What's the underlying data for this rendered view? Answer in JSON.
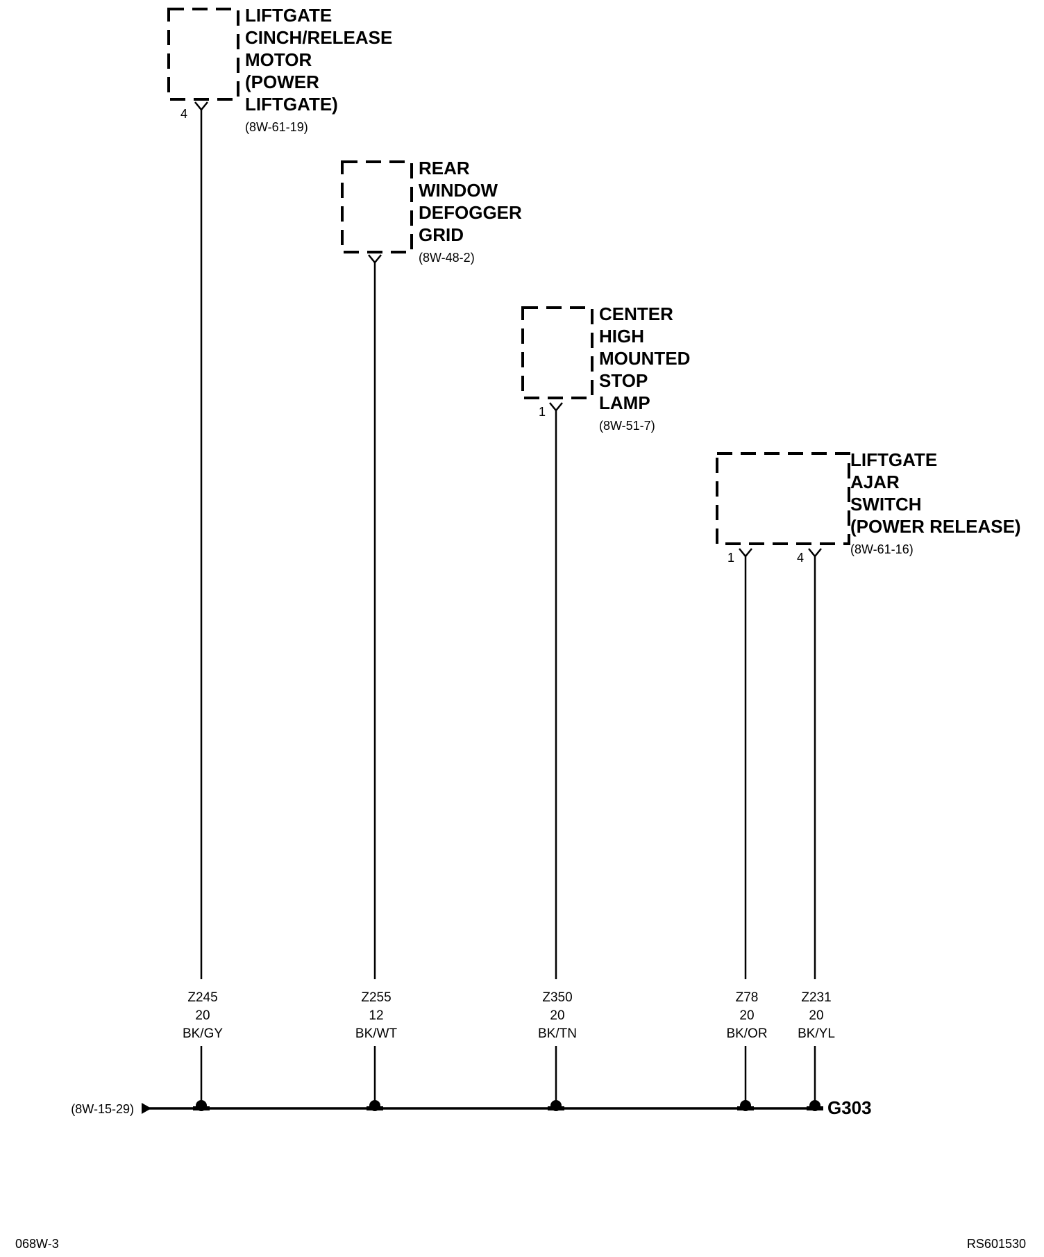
{
  "components": [
    {
      "id": "cinch",
      "lines": [
        "LIFTGATE",
        "CINCH/RELEASE",
        "MOTOR",
        "(POWER",
        "LIFTGATE)"
      ],
      "ref": "(8W-61-19)",
      "pins": [
        "4"
      ]
    },
    {
      "id": "defogger",
      "lines": [
        "REAR",
        "WINDOW",
        "DEFOGGER",
        "GRID"
      ],
      "ref": "(8W-48-2)",
      "pins": [
        ""
      ]
    },
    {
      "id": "chmsl",
      "lines": [
        "CENTER",
        "HIGH",
        "MOUNTED",
        "STOP",
        "LAMP"
      ],
      "ref": "(8W-51-7)",
      "pins": [
        "1"
      ]
    },
    {
      "id": "ajar",
      "lines": [
        "LIFTGATE",
        "AJAR",
        "SWITCH",
        "(POWER RELEASE)"
      ],
      "ref": "(8W-61-16)",
      "pins": [
        "1",
        "4"
      ]
    }
  ],
  "wires": [
    {
      "circuit": "Z245",
      "gauge": "20",
      "color": "BK/GY"
    },
    {
      "circuit": "Z255",
      "gauge": "12",
      "color": "BK/WT"
    },
    {
      "circuit": "Z350",
      "gauge": "20",
      "color": "BK/TN"
    },
    {
      "circuit": "Z78",
      "gauge": "20",
      "color": "BK/OR"
    },
    {
      "circuit": "Z231",
      "gauge": "20",
      "color": "BK/YL"
    }
  ],
  "bus": {
    "ref": "(8W-15-29)",
    "ground": "G303"
  },
  "footer": {
    "left": "068W-3",
    "right": "RS601530"
  }
}
